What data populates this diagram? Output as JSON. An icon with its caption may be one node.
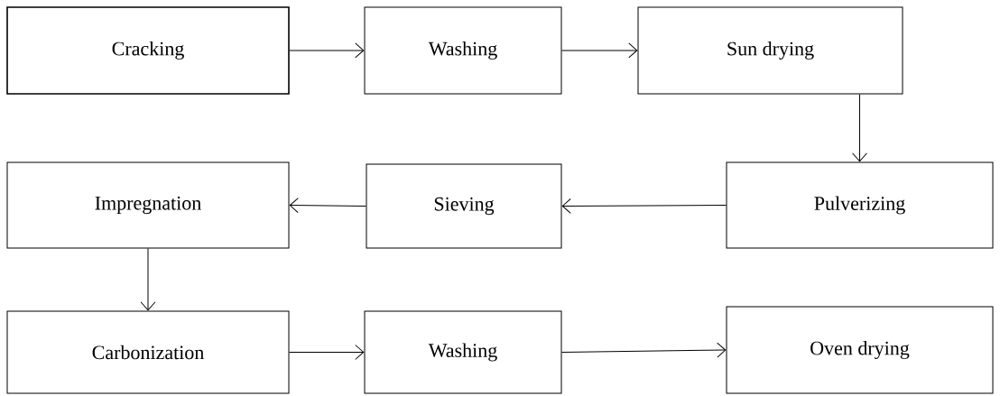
{
  "diagram": {
    "nodes": [
      {
        "text": [
          "Cracking"
        ]
      },
      {
        "text": [
          "Washing"
        ]
      },
      {
        "text": [
          "Sun drying"
        ]
      },
      {
        "text": [
          "Pulverizing"
        ]
      },
      {
        "text": [
          "Sieving"
        ]
      },
      {
        "text": [
          "Impregnation"
        ]
      },
      {
        "text": [
          "Carbonization"
        ]
      },
      {
        "text": [
          "Washing"
        ]
      },
      {
        "text": [
          "Oven drying"
        ]
      }
    ],
    "edges": [
      {
        "from": 0,
        "to": 1,
        "arrow": "to"
      },
      {
        "from": 1,
        "to": 2,
        "arrow": "to"
      },
      {
        "from": 2,
        "to": 3,
        "arrow": "to"
      },
      {
        "from": 3,
        "to": 4,
        "arrow": "to"
      },
      {
        "from": 4,
        "to": 5,
        "arrow": "to"
      },
      {
        "from": 5,
        "to": 6,
        "arrow": "to"
      },
      {
        "from": 6,
        "to": 7,
        "arrow": "to"
      },
      {
        "from": 7,
        "to": 8,
        "arrow": "to"
      }
    ]
  }
}
